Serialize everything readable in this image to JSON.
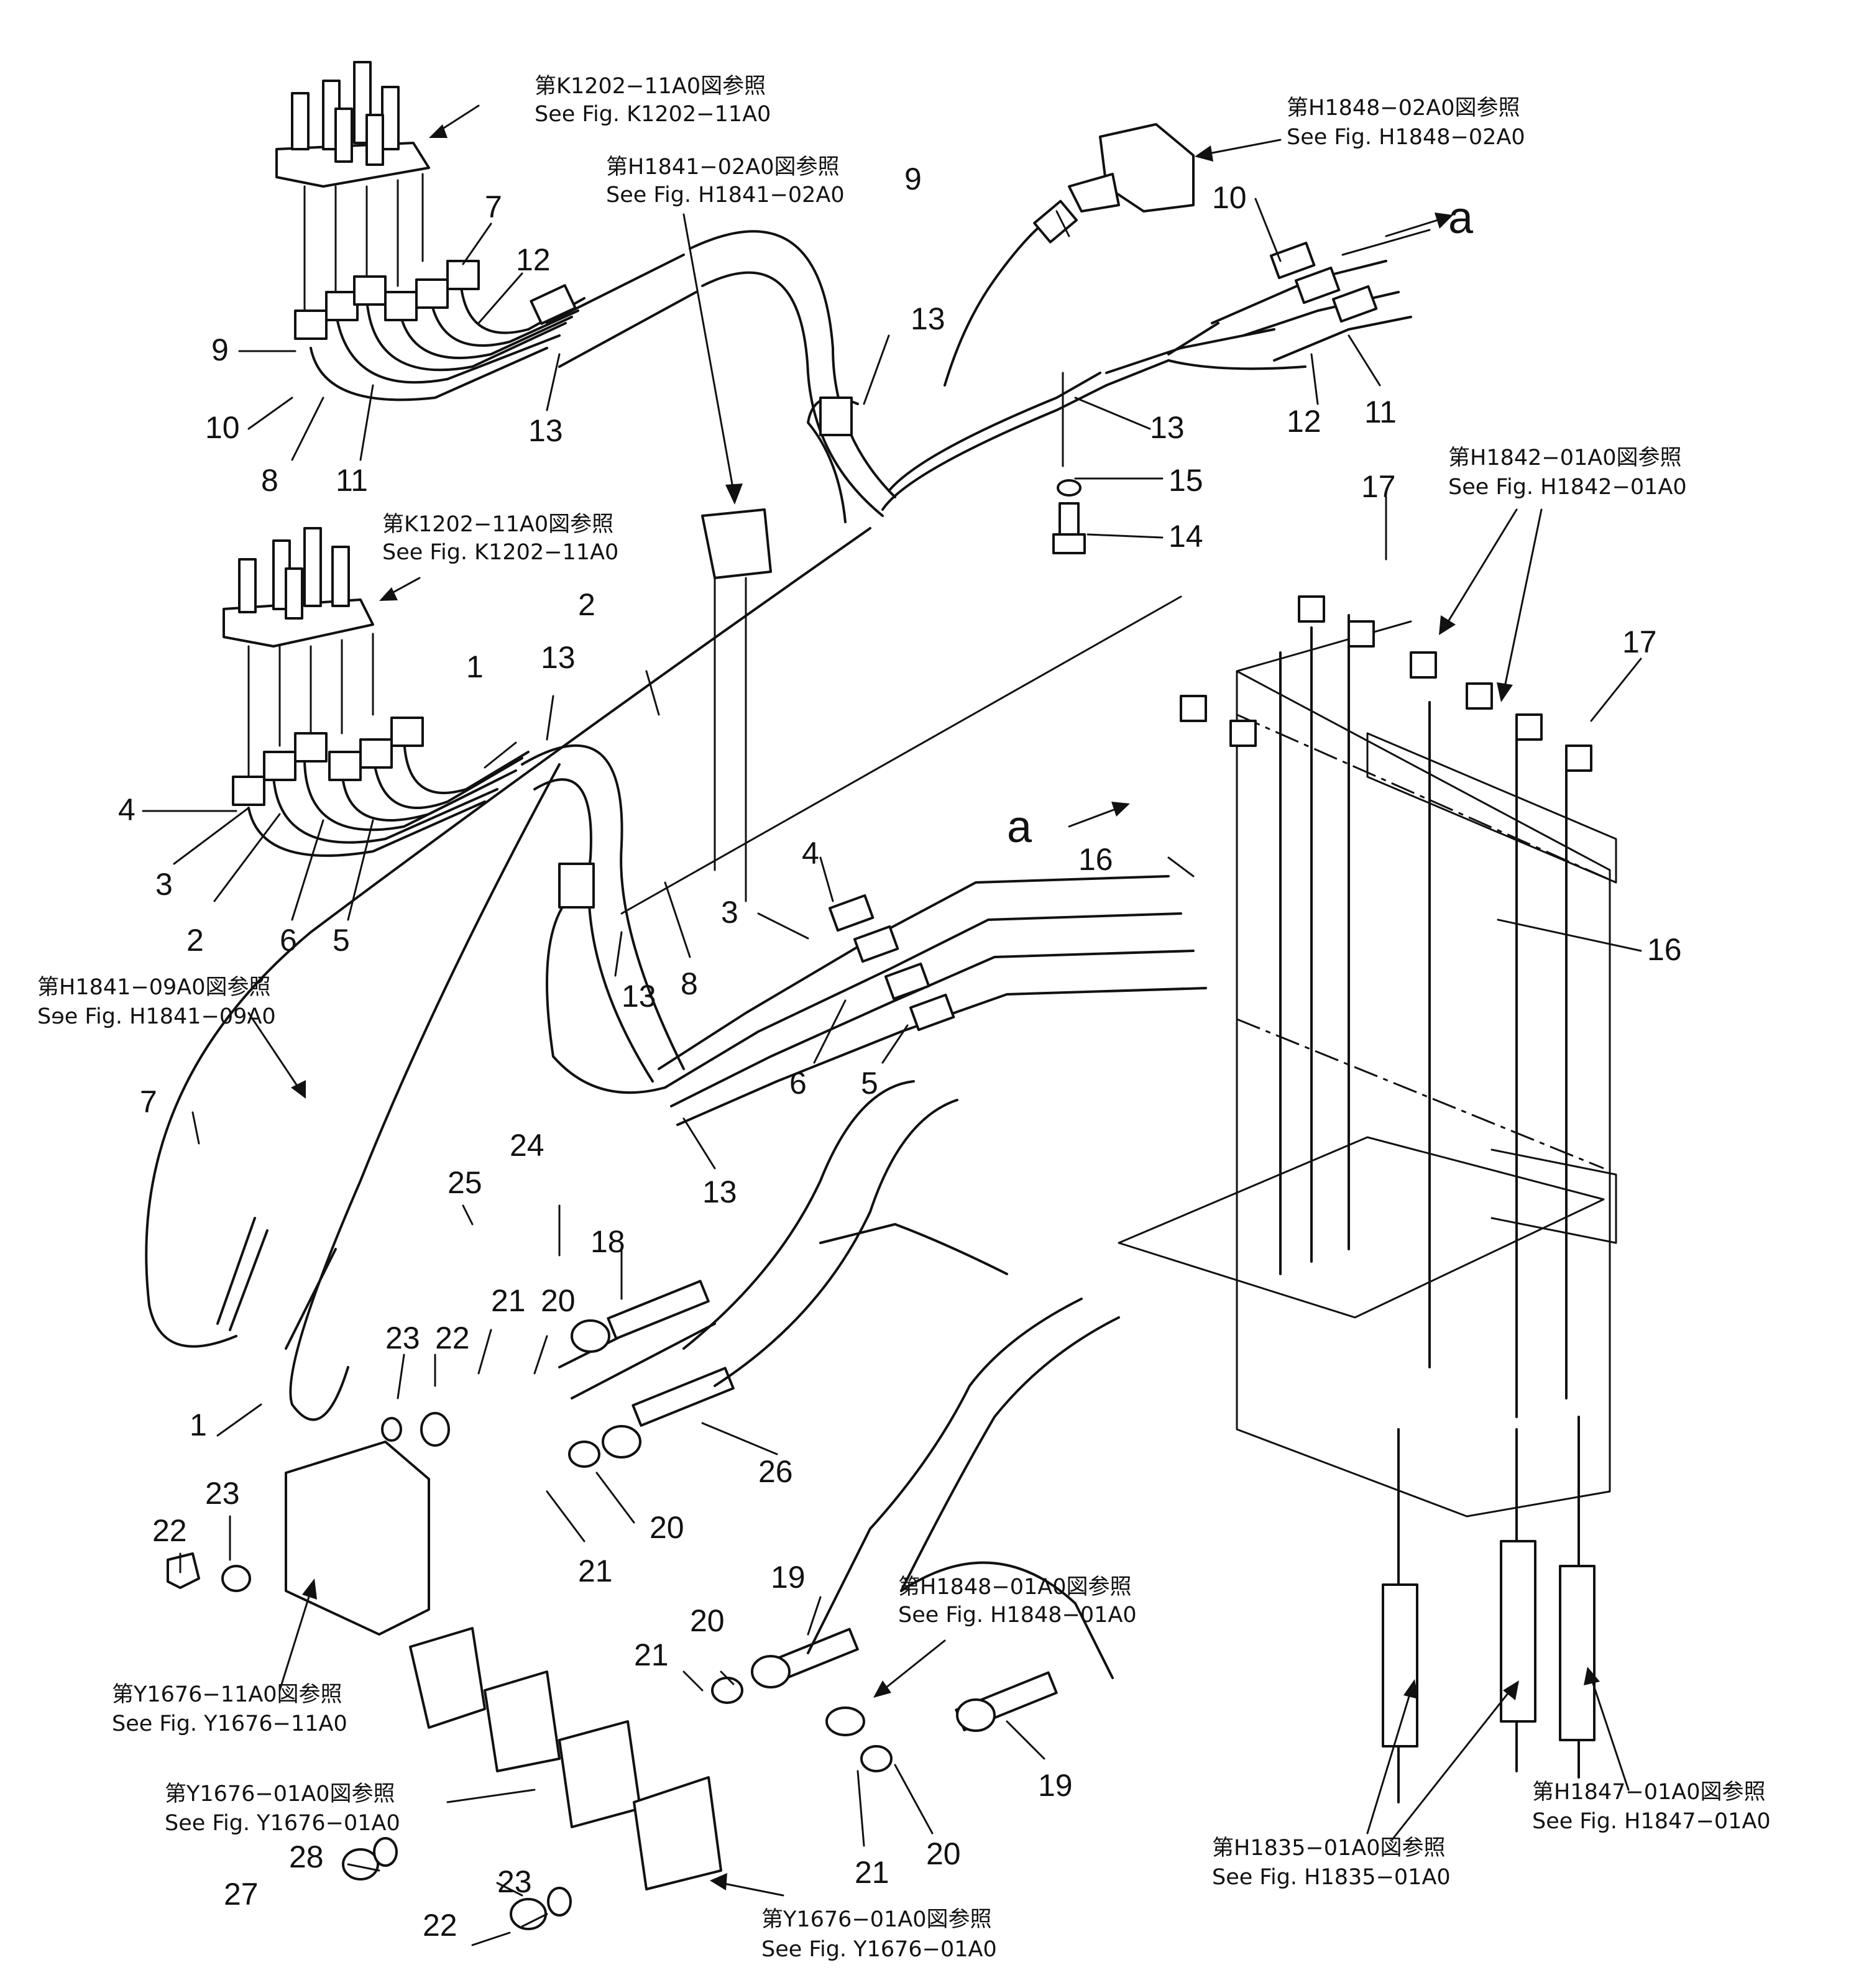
{
  "references": {
    "k1202_top": {
      "jp": "第K1202−11A0図参照",
      "en": "See  Fig. K1202−11A0"
    },
    "k1202_mid": {
      "jp": "第K1202−11A0図参照",
      "en": "See  Fig. K1202−11A0"
    },
    "h1841_02": {
      "jp": "第H1841−02A0図参照",
      "en": "See  Fig. H1841−02A0"
    },
    "h1848_02": {
      "jp": "第H1848−02A0図参照",
      "en": "See  Fig. H1848−02A0"
    },
    "h1842_01": {
      "jp": "第H1842−01A0図参照",
      "en": "See  Fig. H1842−01A0"
    },
    "h1841_09": {
      "jp": "第H1841−09A0図参照",
      "en": "Sɘe  Fig. H1841−09A0"
    },
    "h1848_01": {
      "jp": "第H1848−01A0図参照",
      "en": "See  Fig. H1848−01A0"
    },
    "y1676_11": {
      "jp": "第Y1676−11A0図参照",
      "en": "See  Fig. Y1676−11A0"
    },
    "y1676_01_a": {
      "jp": "第Y1676−01A0図参照",
      "en": "See  Fig. Y1676−01A0"
    },
    "y1676_01_b": {
      "jp": "第Y1676−01A0図参照",
      "en": "See  Fig. Y1676−01A0"
    },
    "h1847_01": {
      "jp": "第H1847−01A0図参照",
      "en": "See  Fig. H1847−01A0"
    },
    "h1835_01": {
      "jp": "第H1835−01A0図参照",
      "en": "See  Fig. H1835−01A0"
    }
  },
  "markers": {
    "a_top": "a",
    "a_mid": "a"
  },
  "parts": {
    "p1": "1",
    "p2": "2",
    "p3": "3",
    "p4": "4",
    "p5": "5",
    "p6": "6",
    "p7": "7",
    "p8": "8",
    "p9": "9",
    "p10": "10",
    "p11": "11",
    "p12": "12",
    "p13": "13",
    "p14": "14",
    "p15": "15",
    "p16": "16",
    "p17": "17",
    "p18": "18",
    "p19": "19",
    "p20": "20",
    "p21": "21",
    "p22": "22",
    "p23": "23",
    "p24": "24",
    "p25": "25",
    "p26": "26",
    "p27": "27",
    "p28": "28"
  }
}
